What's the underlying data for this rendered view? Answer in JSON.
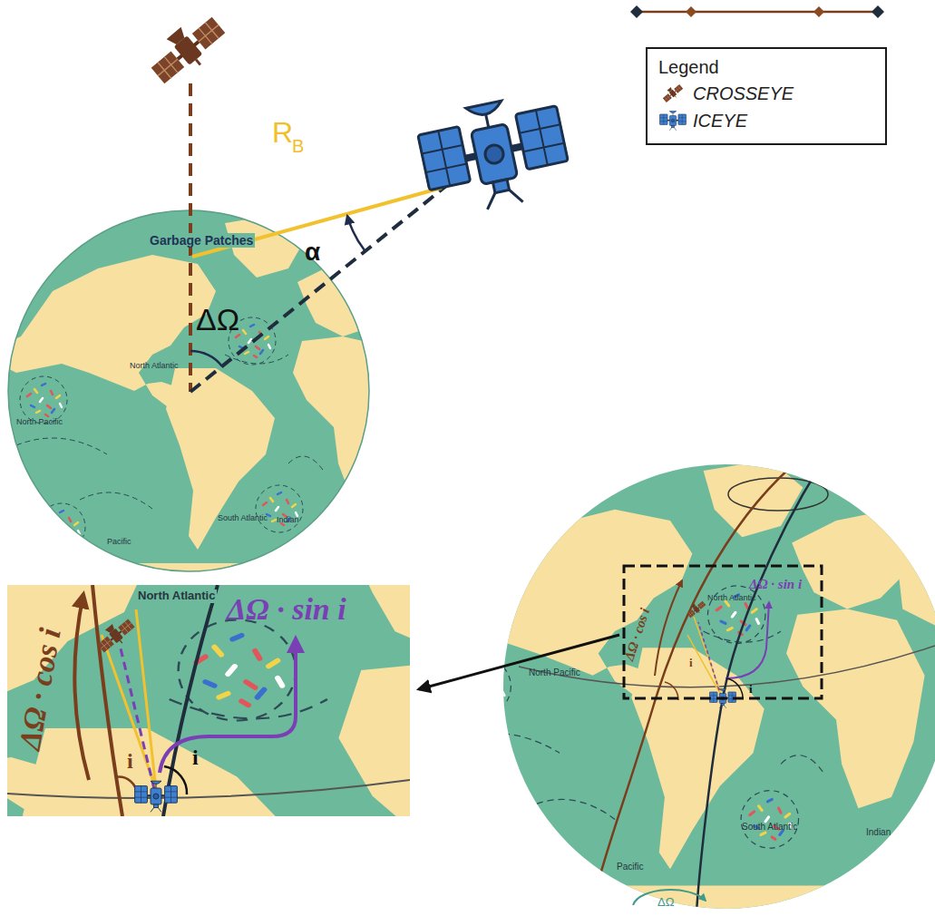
{
  "diagram": {
    "nodes": [
      {
        "text": [
          "Legend"
        ]
      }
    ],
    "labels": [
      "R",
      "B",
      "α",
      "ΔΩ",
      "Garbage Patches",
      "North Atlantic",
      "North Pacific",
      "South Atlantic",
      "Indian",
      "Pacific",
      "ΔΩ · cos i",
      "ΔΩ · sin i",
      "i",
      "i",
      "North Atlantic",
      "North Pacific",
      "North Atlantic",
      "ΔΩ · cos i",
      "ΔΩ · sin i",
      "i",
      "i",
      "South Atlantic",
      "Indian",
      "Pacific",
      "ΔΩ"
    ],
    "legend": [
      {
        "text": "CROSSEYE"
      },
      {
        "text": "ICEYE"
      }
    ]
  }
}
